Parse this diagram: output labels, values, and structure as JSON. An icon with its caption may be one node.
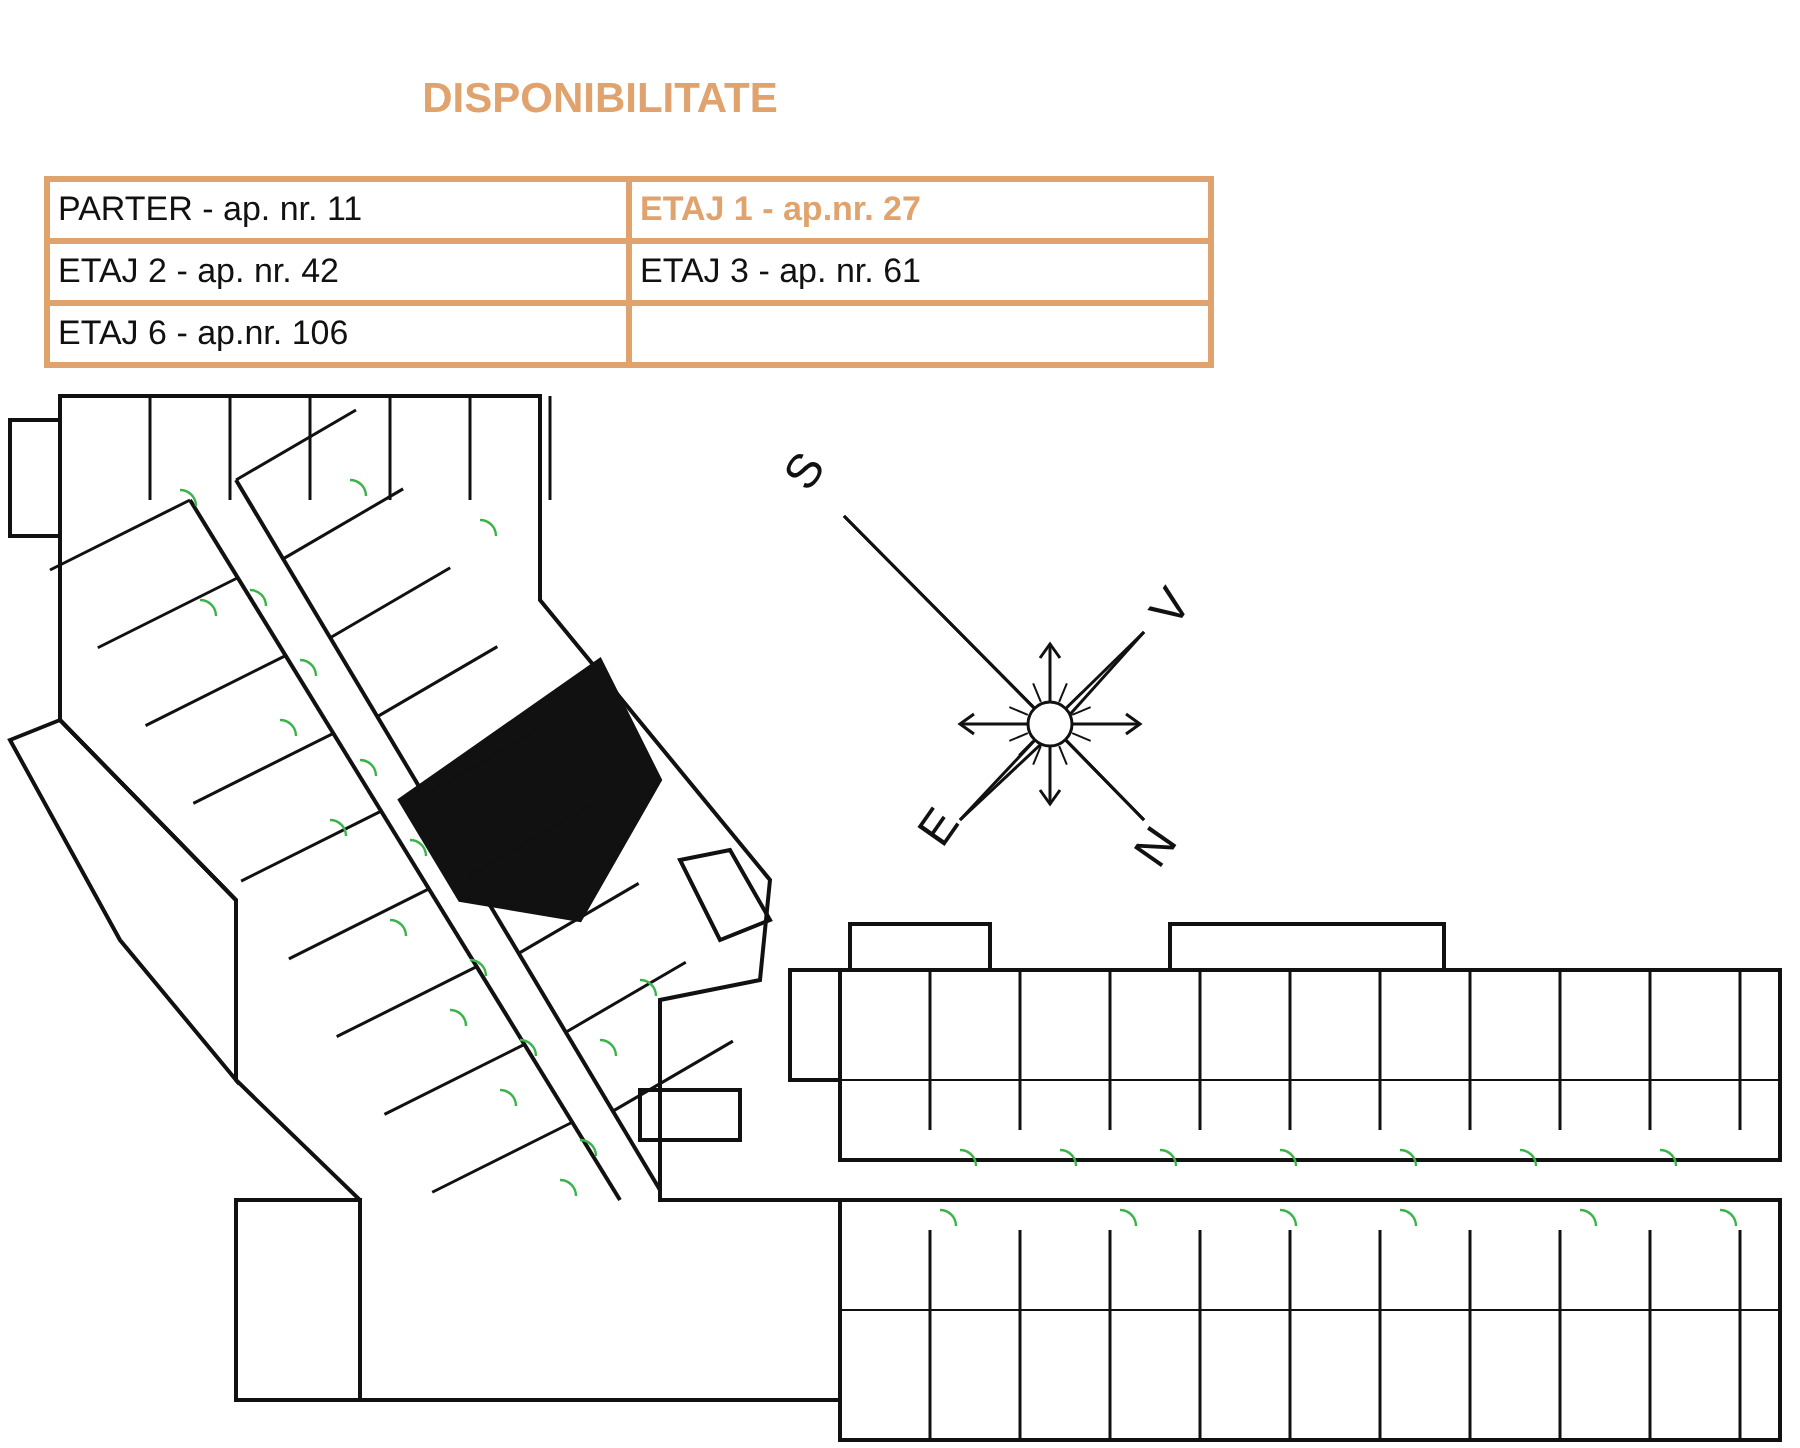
{
  "diagram": {
    "title": "DISPONIBILITATE",
    "labels": [
      "PARTER - ap. nr. 11",
      "ETAJ 1 - ap.nr. 27",
      "ETAJ 2 - ap. nr. 42",
      "ETAJ 3 - ap. nr. 61",
      "ETAJ 6 - ap.nr. 106",
      "S",
      "V",
      "E",
      "N"
    ]
  }
}
